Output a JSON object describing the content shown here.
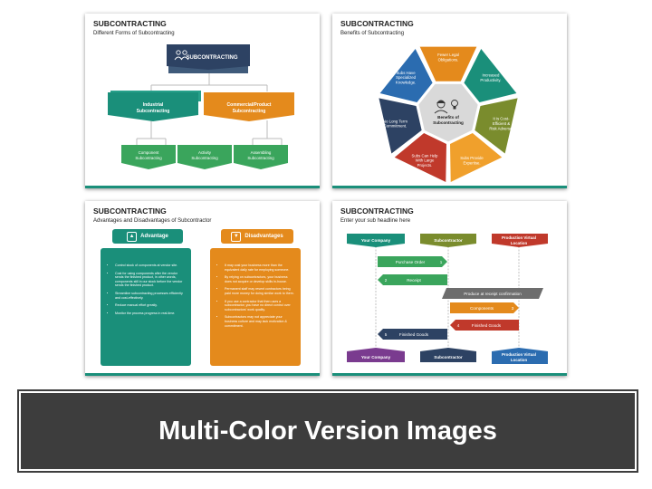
{
  "colors": {
    "teal": "#1a8f7a",
    "navy": "#2d4263",
    "orange": "#e48a1c",
    "green": "#3aa55c",
    "purple": "#7a3b8f",
    "red": "#c0392b",
    "blue": "#2b6cb0",
    "olive": "#7a8c2d",
    "gray": "#6d6d6d"
  },
  "slide1": {
    "title": "SUBCONTRACTING",
    "subtitle": "Different Forms of Subcontracting",
    "root": "SUBCONTRACTING",
    "mid_left": [
      "Industrial",
      "Subcontracting"
    ],
    "mid_right": [
      "Commercial/Product",
      "Subcontracting"
    ],
    "leaf1": [
      "Component",
      "Subcontracting"
    ],
    "leaf2": [
      "Activity",
      "Subcontracting"
    ],
    "leaf3": [
      "Assembling",
      "Subcontracting"
    ]
  },
  "slide2": {
    "title": "SUBCONTRACTING",
    "subtitle": "Benefits of Subcontracting",
    "center": [
      "Benefits of",
      "Subcontracting"
    ],
    "segments": [
      [
        "Fewer Legal",
        "Obligations."
      ],
      [
        "Increased",
        "Productivity."
      ],
      [
        "It is Cost-",
        "Efficient &",
        "Risk Adverse."
      ],
      [
        "Subs Provide",
        "Expertise."
      ],
      [
        "Subs Can Help",
        "With Large",
        "Projects."
      ],
      [
        "No Long Term",
        "Commitment."
      ],
      [
        "Subs Have",
        "Specialized",
        "Knowledge."
      ]
    ]
  },
  "slide3": {
    "title": "SUBCONTRACTING",
    "subtitle": "Advantages and Disadvantages of Subcontractor",
    "adv_label": "Advantage",
    "dis_label": "Disadvantages",
    "advantages": [
      "Control stock of components at vendor site.",
      "Cost for using components after the vendor sends the finished product, in other words, components still in our stock before the vendor sends the finished product.",
      "Streamline subcontracting processes efficiently and cost-effectively.",
      "Reduce manual effort greatly.",
      "Monitor the process progress in real-time."
    ],
    "disadvantages": [
      "It may cost your business more than the equivalent daily rate for employing someone.",
      "By relying on subcontractors, your business does not acquire or develop skills in-house.",
      "Permanent staff may resent contractors being paid more money for doing similar work to them.",
      "If you use a contractor that then uses a subcontractor, you have no direct control over subcontractors' work quality.",
      "Subcontractors may not appreciate your business culture and may lack motivation & commitment."
    ]
  },
  "slide4": {
    "title": "SUBCONTRACTING",
    "subtitle": "Enter your sub headline here",
    "col1": "Your Company",
    "col2": "Subcontractor",
    "col3a": "Production Virtual",
    "col3b": "Location",
    "steps": [
      {
        "label": "Purchase Order",
        "num": "1"
      },
      {
        "label": "Receipt",
        "num": "2"
      },
      {
        "label": "Produce at receipt confirmation",
        "num": ""
      },
      {
        "label": "Components",
        "num": "3"
      },
      {
        "label": "Finished Goods",
        "num": "4"
      },
      {
        "label": "Finished Goods",
        "num": "5"
      }
    ]
  },
  "banner": "Multi-Color Version Images"
}
